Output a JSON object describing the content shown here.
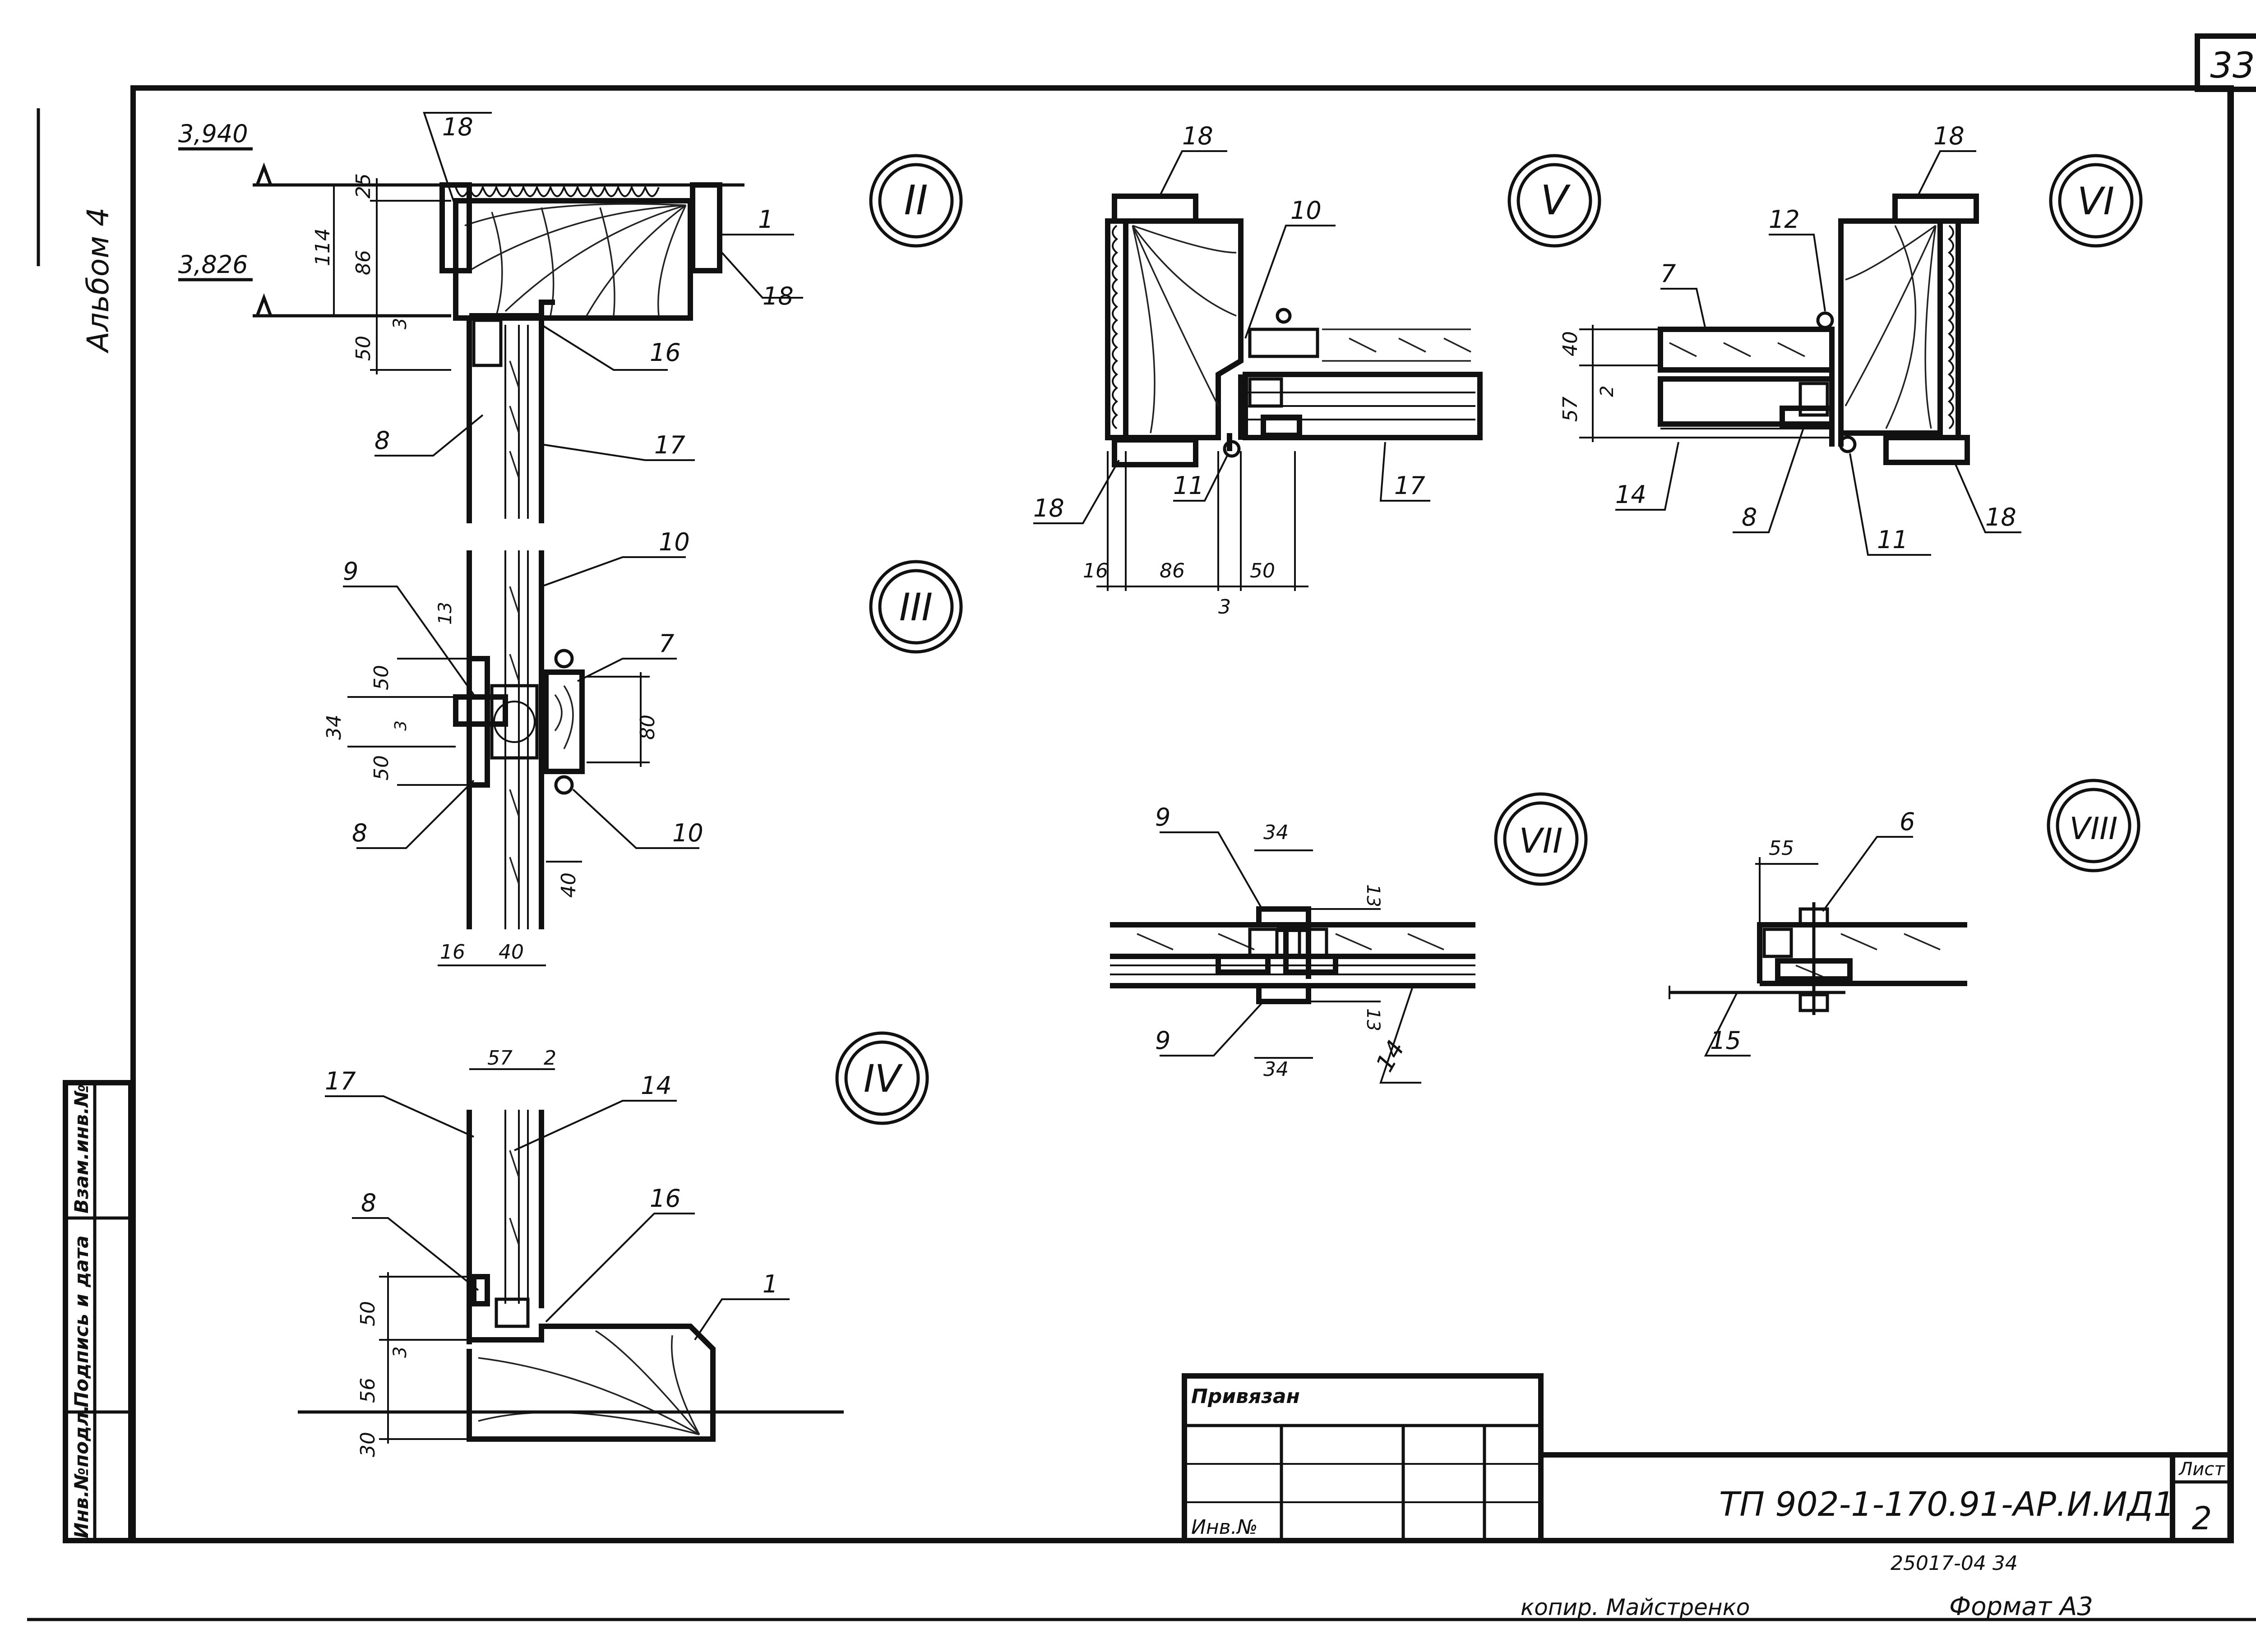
{
  "sheet": {
    "page_number": "33",
    "album_label": "Альбом 4",
    "side_stamp": [
      "Инв.№подл.",
      "Подпись и дата",
      "Взам.инв.№"
    ],
    "copy_label": "копир. Майстренко",
    "format_label": "Формат А3",
    "archive_code": "25017-04   34"
  },
  "title_block": {
    "bound_label": "Привязан",
    "inv_label": "Инв.№",
    "doc_code": "ТП 902-1-170.91-АР.И.ИД1",
    "sheet_header": "Лист",
    "sheet_number": "2"
  },
  "sections": {
    "II": "II",
    "III": "III",
    "IV": "IV",
    "V": "V",
    "VI": "VI",
    "VII": "VII",
    "VIII": "VIII"
  },
  "detail_II": {
    "elev_top": "3,940",
    "elev_bottom": "3,826",
    "dims": [
      "25",
      "114",
      "86",
      "50",
      "3"
    ],
    "callouts": [
      "18",
      "1",
      "18",
      "16",
      "8",
      "17"
    ]
  },
  "detail_III": {
    "dims": [
      "13",
      "50",
      "34",
      "3",
      "50",
      "80",
      "40",
      "16",
      "40"
    ],
    "callouts": [
      "9",
      "10",
      "7",
      "8",
      "10"
    ]
  },
  "detail_IV": {
    "dims": [
      "57",
      "2",
      "50",
      "3",
      "56",
      "30"
    ],
    "callouts": [
      "17",
      "14",
      "8",
      "16",
      "1"
    ]
  },
  "detail_V": {
    "dims": [
      "16",
      "86",
      "50",
      "3"
    ],
    "callouts": [
      "18",
      "10",
      "18",
      "11",
      "17"
    ]
  },
  "detail_VI": {
    "dims": [
      "40",
      "2",
      "57"
    ],
    "callouts": [
      "18",
      "12",
      "7",
      "14",
      "8",
      "11",
      "18"
    ]
  },
  "detail_VII": {
    "dims": [
      "34",
      "13",
      "13",
      "34"
    ],
    "callouts": [
      "9",
      "9",
      "14"
    ]
  },
  "detail_VIII": {
    "dims": [
      "55"
    ],
    "callouts": [
      "6",
      "15"
    ]
  }
}
